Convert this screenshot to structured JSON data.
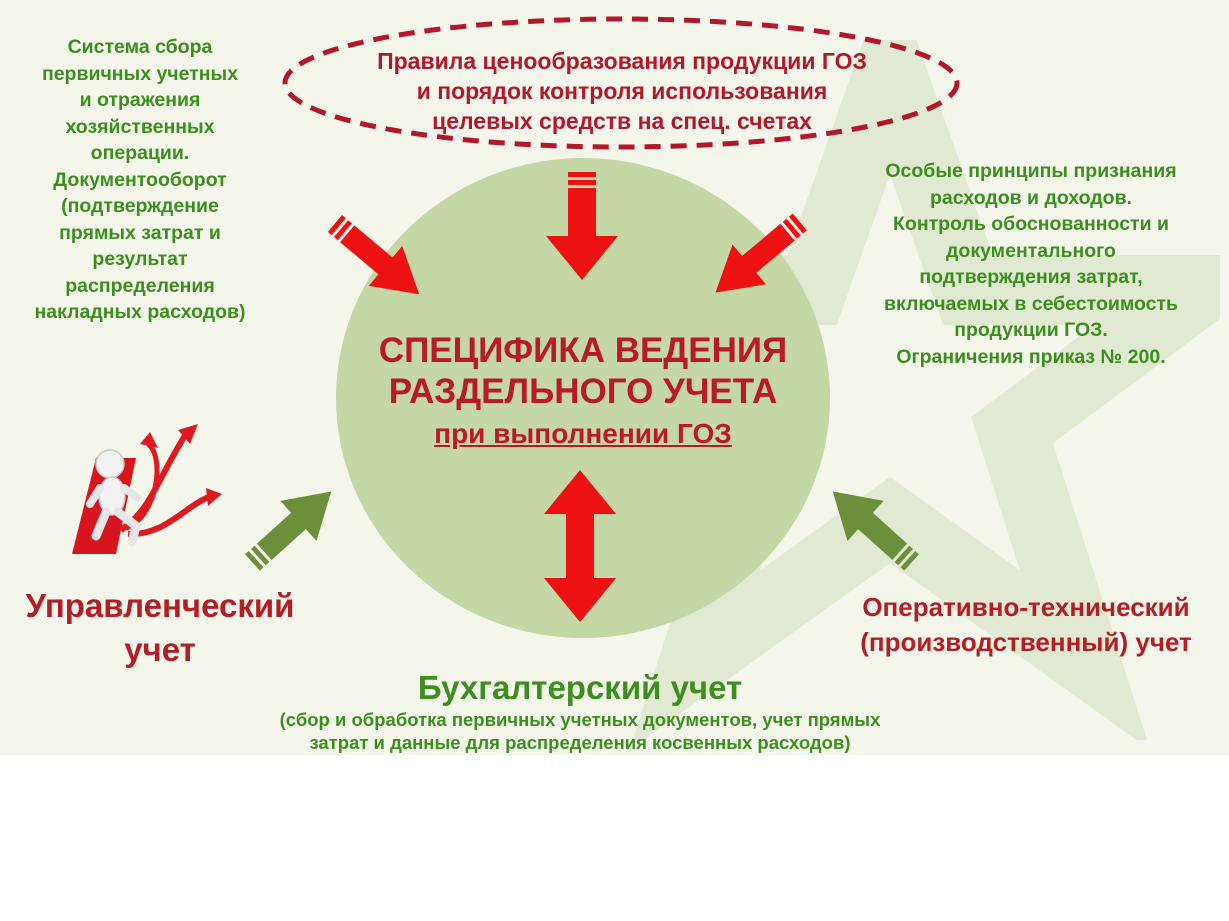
{
  "top_oval": {
    "lines": [
      "Правила ценообразования продукции ГОЗ",
      "и  порядок контроля  использования",
      "целевых средств на спец. счетах"
    ]
  },
  "left_block": {
    "lines": [
      "Система сбора",
      "первичных учетных",
      "и отражения",
      "хозяйственных",
      "операции.",
      "Документооборот",
      "(подтверждение",
      "прямых затрат и",
      "результат",
      "распределения",
      "накладных расходов)"
    ]
  },
  "right_block": {
    "lines": [
      "Особые принципы признания",
      "расходов и доходов.",
      "Контроль обоснованности и",
      "документального",
      "подтверждения затрат,",
      "включаемых в себестоимость",
      "продукции ГОЗ.",
      "Ограничения приказ № 200."
    ]
  },
  "center": {
    "line1": "СПЕЦИФИКА ВЕДЕНИЯ",
    "line2": "РАЗДЕЛЬНОГО УЧЕТА",
    "line3": "при выполнении ГОЗ"
  },
  "management": {
    "line1": "Управленческий",
    "line2": "учет"
  },
  "operational": {
    "line1": "Оперативно-технический",
    "line2": "(производственный) учет"
  },
  "accounting": {
    "title": "Бухгалтерский учет",
    "sub1": "(сбор и обработка первичных учетных документов, учет прямых",
    "sub2": "затрат и данные для распределения косвенных расходов)"
  },
  "colors": {
    "red_text": "#b51d24",
    "green_text": "#3b8f1c",
    "circle_fill": "#c5d7a5",
    "red_arrow": "#ee1111",
    "green_arrow": "#6c8f3a",
    "background": "#f4f6ec"
  },
  "icons": {
    "star_watermark": "star-watermark-icon",
    "person": "person-running-arrows-icon"
  }
}
